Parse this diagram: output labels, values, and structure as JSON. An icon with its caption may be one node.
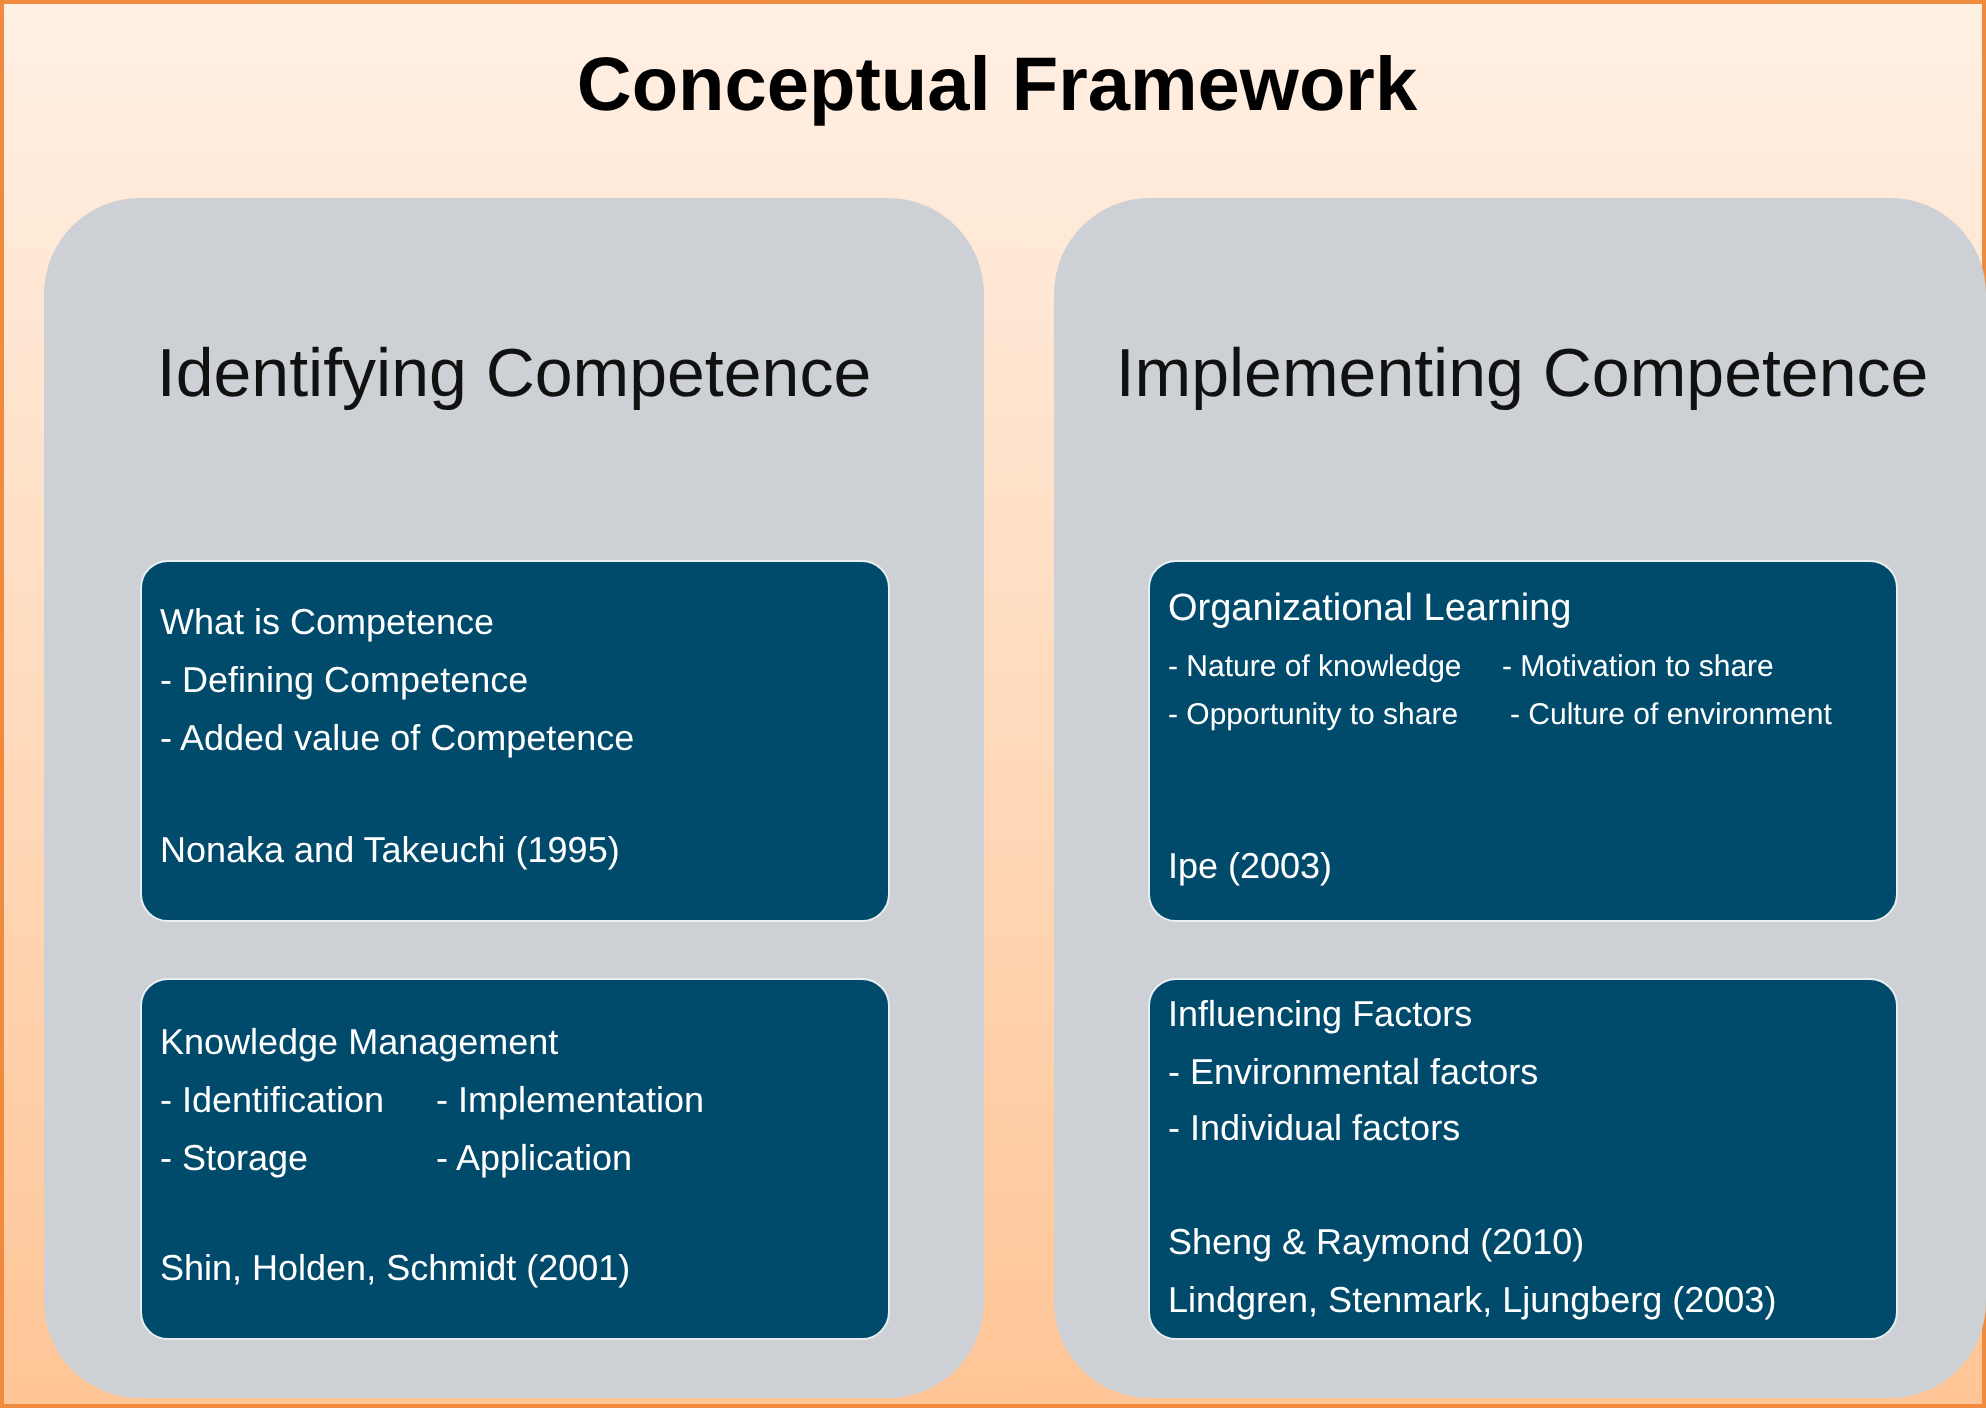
{
  "diagram": {
    "title": "Conceptual Framework",
    "nodes": [
      {
        "text": [
          "Identifying Competence"
        ]
      },
      {
        "text": [
          "What is Competence",
          "- Defining Competence",
          "- Added value of Competence",
          "Nonaka and Takeuchi (1995)"
        ],
        "in": 0
      },
      {
        "text": [
          "Knowledge Management",
          "- Identification",
          "- Implementation",
          "- Storage",
          "- Application",
          "Shin, Holden, Schmidt (2001)"
        ],
        "in": 0
      },
      {
        "text": [
          "Implementing Competence"
        ]
      },
      {
        "text": [
          "Organizational Learning",
          "- Nature of knowledge",
          "- Motivation to share",
          "- Opportunity to share",
          "- Culture of environment",
          "Ipe (2003)"
        ],
        "in": 3
      },
      {
        "text": [
          "Influencing Factors",
          "- Environmental factors",
          "- Individual factors",
          "Sheng & Raymond (2010)",
          "Lindgren, Stenmark, Ljungberg (2003)"
        ],
        "in": 3
      }
    ]
  }
}
